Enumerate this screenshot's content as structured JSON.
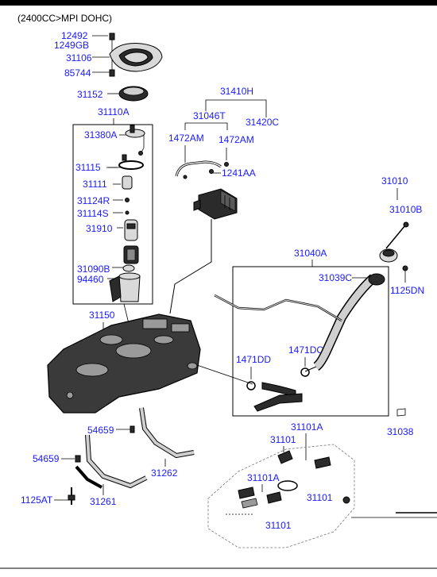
{
  "header": {
    "variant": "(2400CC>MPI DOHC)"
  },
  "labels": {
    "p12492": "12492",
    "p1249GB": "1249GB",
    "p31106": "31106",
    "p85744": "85744",
    "p31152": "31152",
    "p31110A": "31110A",
    "p31380A": "31380A",
    "p31115": "31115",
    "p31111": "31111",
    "p31124R": "31124R",
    "p31114S": "31114S",
    "p31910": "31910",
    "p31090B": "31090B",
    "p94460": "94460",
    "p31410H": "31410H",
    "p31046T": "31046T",
    "p31420C": "31420C",
    "p1472AM_a": "1472AM",
    "p1472AM_b": "1472AM",
    "p1241AA": "1241AA",
    "p31010": "31010",
    "p31010B": "31010B",
    "p31040A": "31040A",
    "p31039C": "31039C",
    "p1125DN": "1125DN",
    "p31150": "31150",
    "p1471DD": "1471DD",
    "p1471DC": "1471DC",
    "p31038": "31038",
    "p54659_a": "54659",
    "p54659_b": "54659",
    "p31262": "31262",
    "p1125AT": "1125AT",
    "p31261": "31261",
    "p31101A_a": "31101A",
    "p31101_a": "31101",
    "p31101A_b": "31101A",
    "p31101_b": "31101",
    "p31101_c": "31101"
  }
}
